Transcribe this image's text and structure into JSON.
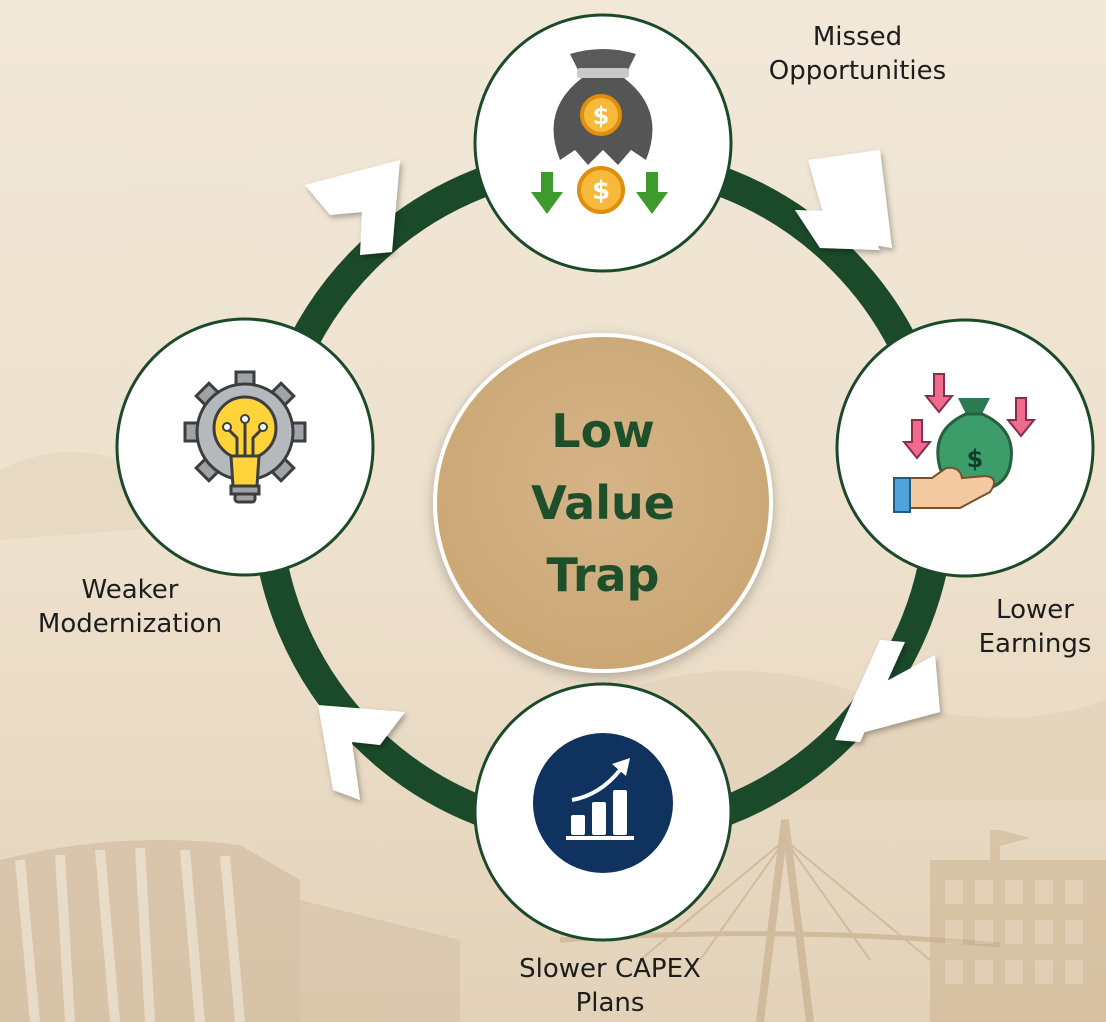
{
  "center": {
    "line1": "Low",
    "line2": "Value",
    "line3": "Trap"
  },
  "nodes": {
    "top": {
      "line1": "Missed",
      "line2": "Opportunities",
      "icon": "money-bag-losing-coins-icon"
    },
    "right": {
      "line1": "Lower",
      "line2": "Earnings",
      "icon": "hand-holding-money-bag-down-arrows-icon"
    },
    "bottom": {
      "line1": "Slower CAPEX",
      "line2": "Plans",
      "icon": "growth-chart-icon"
    },
    "left": {
      "line1": "Weaker",
      "line2": "Modernization",
      "icon": "lightbulb-gear-icon"
    }
  },
  "colors": {
    "ring": "#1a4a2a",
    "center_fill": "#d1ae80",
    "center_text": "#1d4f2a",
    "background": "#efe3d1",
    "arrow": "#ffffff",
    "chart_badge": "#10325f"
  }
}
